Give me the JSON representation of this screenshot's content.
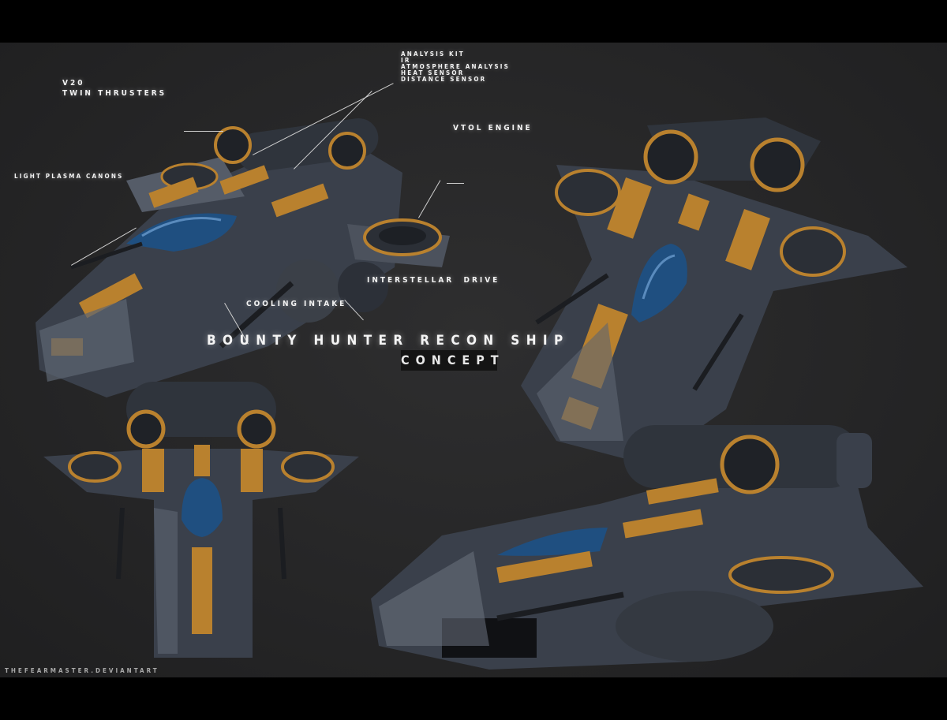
{
  "artwork": {
    "title": "BOUNTY HUNTER RECON SHIP",
    "subtitle": "CONCEPT",
    "watermark": "THEFEARMASTER.DEVIANTART"
  },
  "callouts": {
    "thrusters": {
      "line1": "V20",
      "line2": "TWIN THRUSTERS"
    },
    "analysis": [
      "ANALYSIS KIT",
      "IR",
      "ATMOSPHERE ANALYSIS",
      "HEAT SENSOR",
      "DISTANCE SENSOR"
    ],
    "vtol": "VTOL ENGINE",
    "plasma": "LIGHT PLASMA CANONS",
    "drive": "INTERSTELLAR  DRIVE",
    "cooling": "COOLING INTAKE"
  },
  "colors": {
    "background": "#262627",
    "hull": "#3d4350",
    "hull_light": "#6b7380",
    "accent_orange": "#b9812e",
    "canopy_blue": "#1f4f80",
    "label_text": "#f2f2f2"
  },
  "views": [
    "perspective-front-left",
    "top-down-angled",
    "top-down",
    "side-perspective"
  ]
}
